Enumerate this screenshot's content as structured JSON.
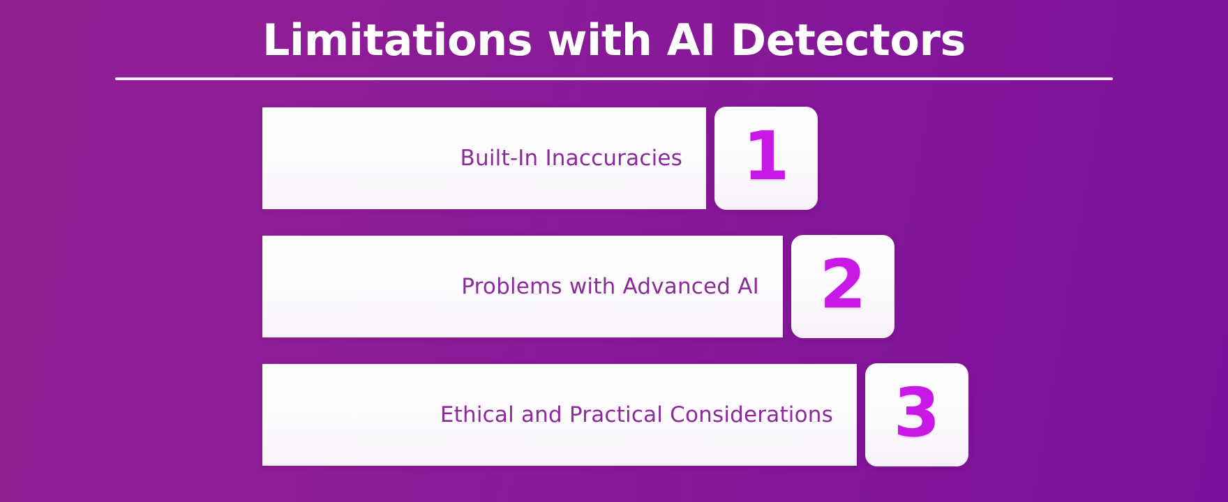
{
  "header": {
    "title": "Limitations with AI Detectors",
    "divider": true
  },
  "colors": {
    "background_start": "#922094",
    "background_end": "#7C119B",
    "card_background": "#FFFFFF",
    "label_text": "#8B2A9B",
    "number_accent": "#C718E6",
    "divider": "#F6EEF8"
  },
  "list": {
    "items": [
      {
        "number": "1",
        "label": "Built-In Inaccuracies"
      },
      {
        "number": "2",
        "label": "Problems with Advanced AI"
      },
      {
        "number": "3",
        "label": "Ethical and Practical Considerations"
      }
    ]
  }
}
